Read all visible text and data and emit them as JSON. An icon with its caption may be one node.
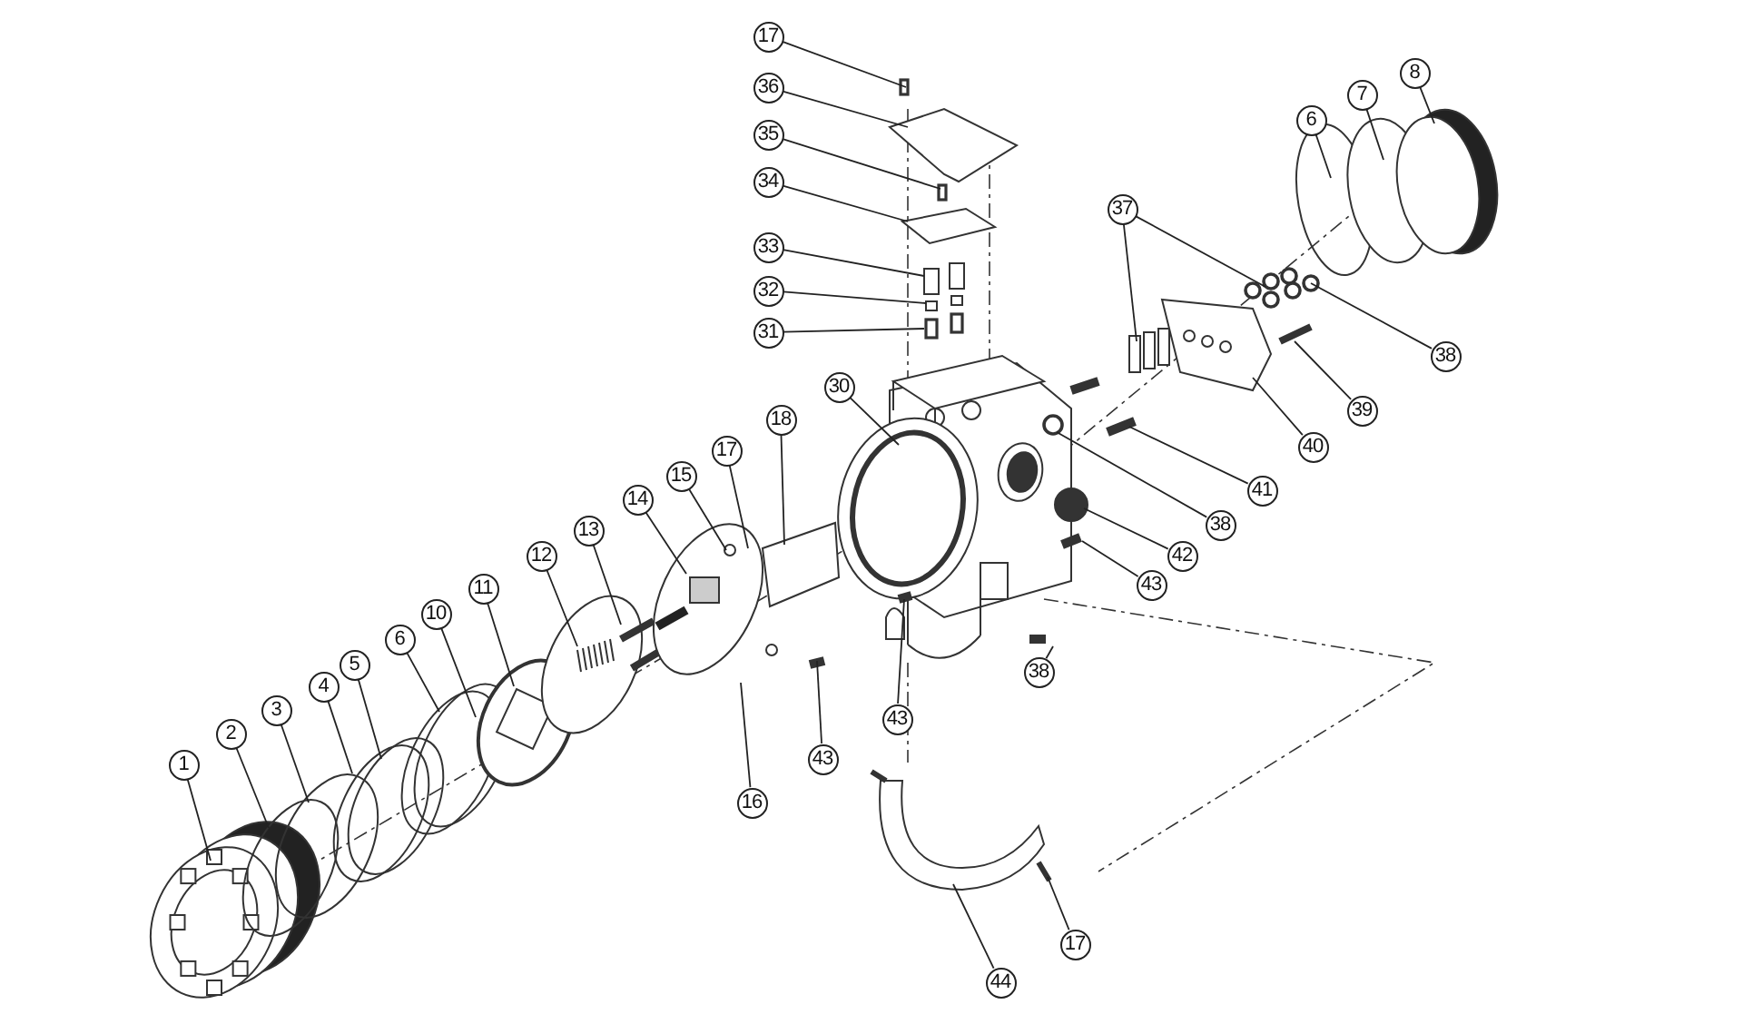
{
  "diagram": {
    "nodes": [
      {
        "text": [
          "17"
        ]
      },
      {
        "text": [
          "36"
        ]
      },
      {
        "text": [
          "35"
        ]
      },
      {
        "text": [
          "34"
        ]
      },
      {
        "text": [
          "8"
        ]
      },
      {
        "text": [
          "7"
        ]
      },
      {
        "text": [
          "6"
        ]
      },
      {
        "text": [
          "37"
        ]
      },
      {
        "text": [
          "33"
        ]
      },
      {
        "text": [
          "32"
        ]
      },
      {
        "text": [
          "31"
        ]
      },
      {
        "text": [
          "38"
        ]
      },
      {
        "text": [
          "39"
        ]
      },
      {
        "text": [
          "40"
        ]
      },
      {
        "text": [
          "30"
        ]
      },
      {
        "text": [
          "18"
        ]
      },
      {
        "text": [
          "17"
        ]
      },
      {
        "text": [
          "15"
        ]
      },
      {
        "text": [
          "14"
        ]
      },
      {
        "text": [
          "41"
        ]
      },
      {
        "text": [
          "38"
        ]
      },
      {
        "text": [
          "42"
        ]
      },
      {
        "text": [
          "13"
        ]
      },
      {
        "text": [
          "12"
        ]
      },
      {
        "text": [
          "11"
        ]
      },
      {
        "text": [
          "43"
        ]
      },
      {
        "text": [
          "10"
        ]
      },
      {
        "text": [
          "6"
        ]
      },
      {
        "text": [
          "38"
        ]
      },
      {
        "text": [
          "5"
        ]
      },
      {
        "text": [
          "4"
        ]
      },
      {
        "text": [
          "16"
        ]
      },
      {
        "text": [
          "43"
        ]
      },
      {
        "text": [
          "43"
        ]
      },
      {
        "text": [
          "3"
        ]
      },
      {
        "text": [
          "2"
        ]
      },
      {
        "text": [
          "1"
        ]
      },
      {
        "text": [
          "17"
        ]
      },
      {
        "text": [
          "44"
        ]
      }
    ],
    "edges": [
      {
        "from": 0,
        "to": null,
        "arrow": "none"
      },
      {
        "from": 1,
        "to": null,
        "arrow": "none"
      },
      {
        "from": 2,
        "to": null,
        "arrow": "none"
      },
      {
        "from": 3,
        "to": null,
        "arrow": "none"
      },
      {
        "from": 4,
        "to": null,
        "arrow": "none"
      },
      {
        "from": 5,
        "to": null,
        "arrow": "none"
      },
      {
        "from": 6,
        "to": null,
        "arrow": "none"
      },
      {
        "from": 7,
        "to": null,
        "arrow": "none"
      },
      {
        "from": 8,
        "to": null,
        "arrow": "none"
      },
      {
        "from": 9,
        "to": null,
        "arrow": "none"
      },
      {
        "from": 10,
        "to": null,
        "arrow": "none"
      },
      {
        "from": 11,
        "to": null,
        "arrow": "none"
      },
      {
        "from": 12,
        "to": null,
        "arrow": "none"
      },
      {
        "from": 13,
        "to": null,
        "arrow": "none"
      },
      {
        "from": 14,
        "to": null,
        "arrow": "none"
      },
      {
        "from": 15,
        "to": null,
        "arrow": "none"
      },
      {
        "from": 16,
        "to": null,
        "arrow": "none"
      },
      {
        "from": 17,
        "to": null,
        "arrow": "none"
      },
      {
        "from": 18,
        "to": null,
        "arrow": "none"
      },
      {
        "from": 19,
        "to": null,
        "arrow": "none"
      },
      {
        "from": 20,
        "to": null,
        "arrow": "none"
      },
      {
        "from": 21,
        "to": null,
        "arrow": "none"
      },
      {
        "from": 22,
        "to": null,
        "arrow": "none"
      },
      {
        "from": 23,
        "to": null,
        "arrow": "none"
      },
      {
        "from": 24,
        "to": null,
        "arrow": "none"
      },
      {
        "from": 25,
        "to": null,
        "arrow": "none"
      },
      {
        "from": 26,
        "to": null,
        "arrow": "none"
      },
      {
        "from": 27,
        "to": null,
        "arrow": "none"
      },
      {
        "from": 28,
        "to": null,
        "arrow": "none"
      },
      {
        "from": 29,
        "to": null,
        "arrow": "none"
      },
      {
        "from": 30,
        "to": null,
        "arrow": "none"
      },
      {
        "from": 31,
        "to": null,
        "arrow": "none"
      },
      {
        "from": 32,
        "to": null,
        "arrow": "none"
      },
      {
        "from": 33,
        "to": null,
        "arrow": "none"
      },
      {
        "from": 34,
        "to": null,
        "arrow": "none"
      },
      {
        "from": 35,
        "to": null,
        "arrow": "none"
      },
      {
        "from": 36,
        "to": null,
        "arrow": "none"
      },
      {
        "from": 37,
        "to": null,
        "arrow": "none"
      },
      {
        "from": 38,
        "to": null,
        "arrow": "none"
      },
      {
        "from": 7,
        "to": null,
        "arrow": "none"
      }
    ]
  }
}
